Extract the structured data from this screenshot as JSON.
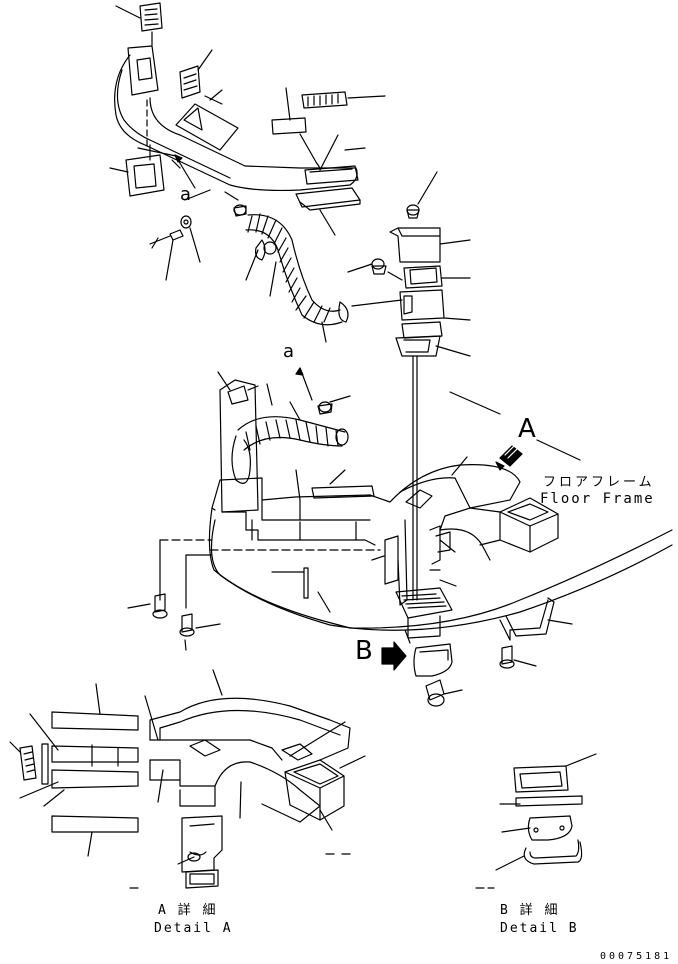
{
  "labels": {
    "callout_a_upper": "a",
    "callout_a_mid": "a",
    "view_a": "A",
    "view_b": "B",
    "floor_frame_jp": "フロアフレーム",
    "floor_frame_en": "Floor Frame",
    "detail_a_jp": "A 詳 細",
    "detail_a_en": "Detail A",
    "detail_b_jp": "B 詳 細",
    "detail_b_en": "Detail B",
    "drawing_number": "00075181"
  },
  "colors": {
    "ink": "#000000",
    "paper": "#ffffff"
  }
}
